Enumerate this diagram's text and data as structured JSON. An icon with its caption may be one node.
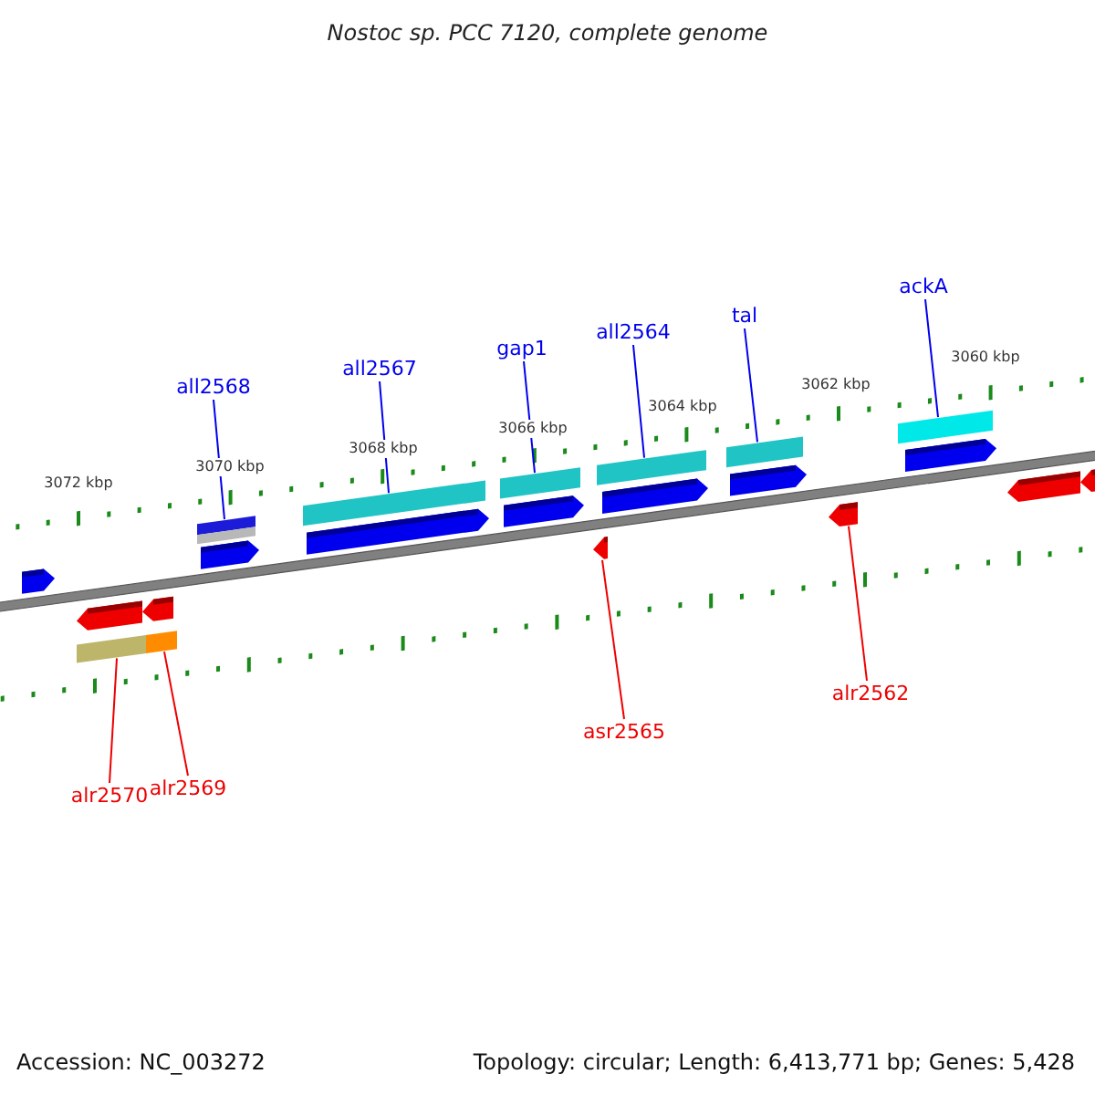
{
  "diagram": {
    "title": "Nostoc sp. PCC 7120, complete genome",
    "nodes": [
      {
        "text": [
          "all2568"
        ]
      },
      {
        "text": [
          "all2567"
        ]
      },
      {
        "text": [
          "gap1"
        ]
      },
      {
        "text": [
          "all2564"
        ]
      },
      {
        "text": [
          "tal"
        ]
      },
      {
        "text": [
          "ackA"
        ]
      },
      {
        "text": [],
        "shape": "arrow"
      },
      {
        "text": [],
        "shape": "arrow"
      },
      {
        "text": [],
        "shape": "arrow"
      },
      {
        "text": [],
        "shape": "arrow"
      },
      {
        "text": [],
        "shape": "arrow"
      },
      {
        "text": [],
        "shape": "arrow"
      },
      {
        "text": [],
        "shape": "arrow"
      },
      {
        "text": [],
        "shape": "arrow"
      },
      {
        "text": [],
        "shape": "arrow"
      },
      {
        "text": [],
        "shape": "arrow"
      },
      {
        "text": [],
        "shape": "arrow"
      },
      {
        "text": [],
        "shape": "arrow"
      },
      {
        "text": [],
        "shape": "arrow"
      },
      {
        "text": [
          "alr2562"
        ]
      },
      {
        "text": [
          "asr2565"
        ]
      },
      {
        "text": [
          "alr2570"
        ]
      },
      {
        "text": [
          "alr2569"
        ]
      }
    ],
    "edges": [
      {
        "from": 0,
        "to": 7,
        "arrow": "none"
      },
      {
        "from": 1,
        "to": 8,
        "arrow": "none"
      },
      {
        "from": 2,
        "to": 9,
        "arrow": "none"
      },
      {
        "from": 3,
        "to": 10,
        "arrow": "none"
      },
      {
        "from": 4,
        "to": 11,
        "arrow": "none"
      },
      {
        "from": 5,
        "to": 12,
        "arrow": "none"
      },
      {
        "from": 19,
        "to": 18,
        "arrow": "none",
        "color": "#ee0000"
      },
      {
        "from": 20,
        "to": 17,
        "arrow": "none",
        "color": "#ee0000"
      },
      {
        "from": 21,
        "to": 15,
        "arrow": "none",
        "color": "#ee0000"
      },
      {
        "from": 22,
        "to": 16,
        "arrow": "none",
        "color": "#ee0000"
      }
    ],
    "labels": [
      "3072 kbp",
      "3070 kbp",
      "3068 kbp",
      "3066 kbp",
      "3064 kbp",
      "3062 kbp",
      "3060 kbp",
      "Accession: NC_003272",
      "Topology: circular; Length: 6,413,771 bp; Genes: 5,428"
    ]
  }
}
